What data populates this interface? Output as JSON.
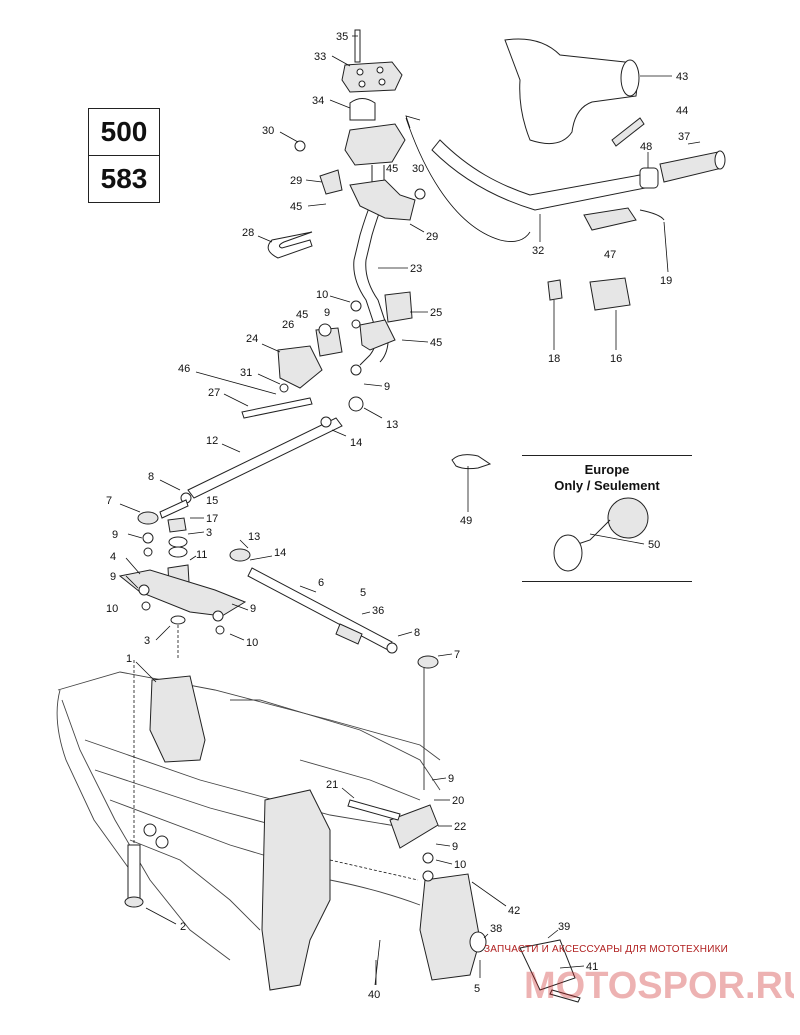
{
  "models": [
    "500",
    "583"
  ],
  "region_note": {
    "line1": "Europe",
    "line2": "Only / Seulement"
  },
  "watermark": {
    "caption": "ЗАПЧАСТИ И АКСЕССУАРЫ ДЛЯ МОТОТЕХНИКИ",
    "logo_text": "MOTOSPOR.RU"
  },
  "callouts": [
    "35",
    "33",
    "34",
    "30",
    "45",
    "30",
    "29",
    "45",
    "29",
    "28",
    "23",
    "10",
    "9",
    "45",
    "25",
    "26",
    "24",
    "45",
    "46",
    "31",
    "9",
    "27",
    "13",
    "14",
    "12",
    "8",
    "15",
    "7",
    "17",
    "9",
    "3",
    "13",
    "11",
    "14",
    "4",
    "6",
    "5",
    "9",
    "9",
    "36",
    "10",
    "10",
    "3",
    "8",
    "7",
    "1",
    "21",
    "9",
    "20",
    "22",
    "9",
    "10",
    "42",
    "38",
    "39",
    "41",
    "5",
    "40",
    "2",
    "43",
    "44",
    "37",
    "48",
    "32",
    "47",
    "19",
    "18",
    "16",
    "49",
    "50"
  ]
}
